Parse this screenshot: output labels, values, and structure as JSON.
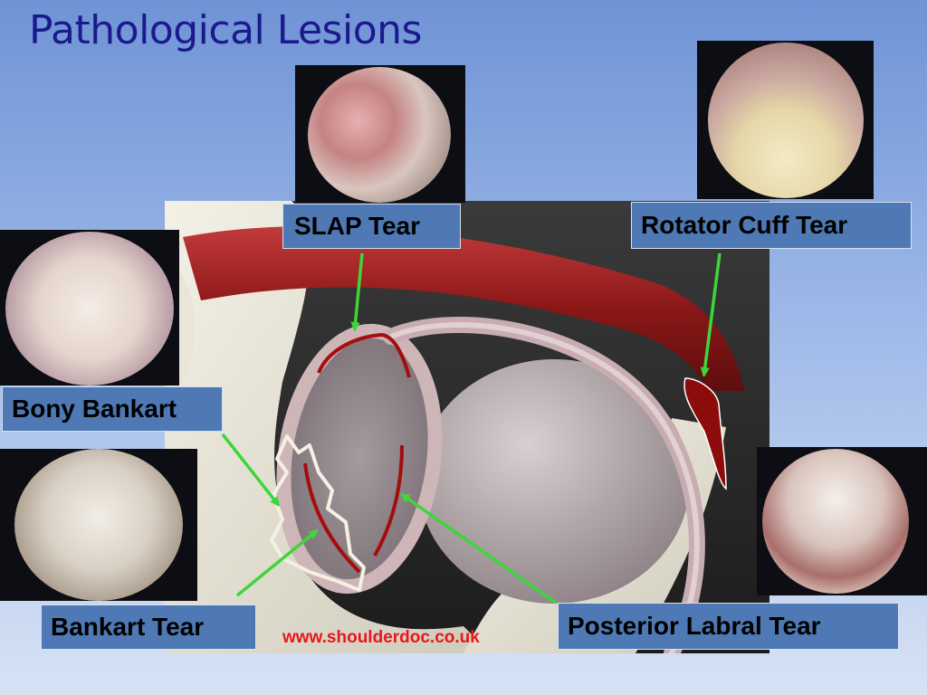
{
  "slide": {
    "title": "Pathological Lesions",
    "website": "www.shoulderdoc.co.uk"
  },
  "labels": {
    "slap_tear": "SLAP Tear",
    "rotator_cuff_tear": "Rotator Cuff Tear",
    "bony_bankart": "Bony Bankart",
    "bankart_tear": "Bankart Tear",
    "posterior_labral_tear": "Posterior Labral Tear"
  },
  "colors": {
    "title": "#1a1a8c",
    "label_bg": "#4e79b4",
    "arrow": "#3dd63a",
    "tear_outline": "#a50d0d",
    "bony_outline": "#f4f1e4",
    "url": "#e8161e"
  }
}
